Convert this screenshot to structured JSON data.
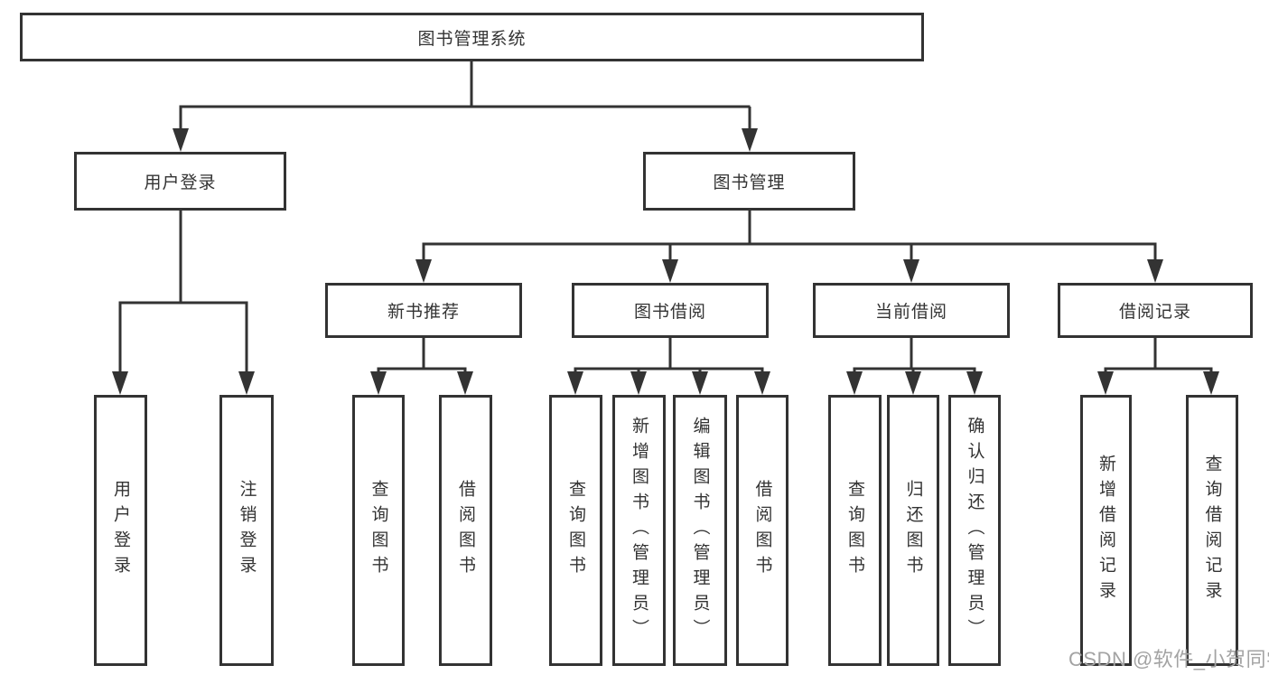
{
  "tree": {
    "root": {
      "label": "图书管理系统"
    },
    "branches": [
      {
        "label": "用户登录",
        "children": [
          "用户登录",
          "注销登录"
        ]
      },
      {
        "label": "图书管理",
        "groups": [
          {
            "label": "新书推荐",
            "children": [
              "查询图书",
              "借阅图书"
            ]
          },
          {
            "label": "图书借阅",
            "children": [
              "查询图书",
              "新增图书（管理员）",
              "编辑图书（管理员）",
              "借阅图书"
            ]
          },
          {
            "label": "当前借阅",
            "children": [
              "查询图书",
              "归还图书",
              "确认归还（管理员）"
            ]
          },
          {
            "label": "借阅记录",
            "children": [
              "新增借阅记录",
              "查询借阅记录"
            ]
          }
        ]
      }
    ]
  },
  "watermark": "CSDN @软件_小贺同学",
  "colors": {
    "line": "#333333",
    "text": "#333333",
    "box_background": "#ffffff",
    "page_background": "#ffffff",
    "watermark": "#a3a3a3"
  }
}
